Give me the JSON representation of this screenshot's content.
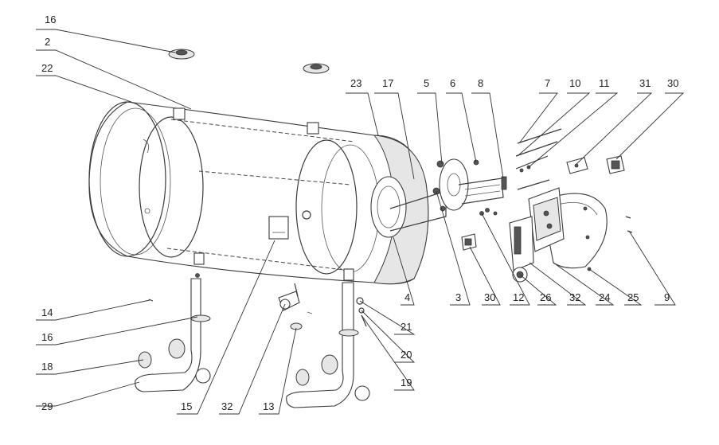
{
  "diagram": {
    "part_labels": [
      "16",
      "2",
      "22",
      "23",
      "17",
      "5",
      "6",
      "8",
      "7",
      "10",
      "11",
      "31",
      "30",
      "14",
      "16",
      "18",
      "29",
      "15",
      "32",
      "13",
      "19",
      "20",
      "21",
      "4",
      "3",
      "30",
      "12",
      "26",
      "32",
      "24",
      "25",
      "9"
    ]
  }
}
